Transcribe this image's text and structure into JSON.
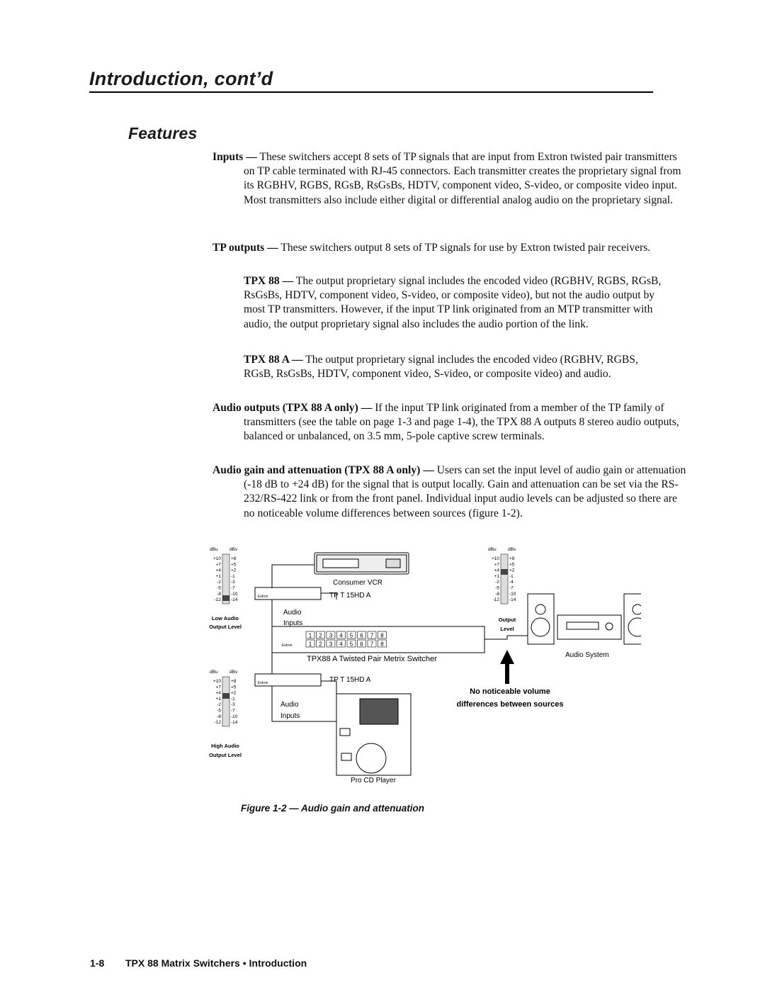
{
  "header": {
    "title": "Introduction, cont’d"
  },
  "section": {
    "title": "Features"
  },
  "paragraphs": {
    "inputs": {
      "lead": "Inputs —",
      "text": " These switchers accept 8 sets of TP signals that are input from Extron twisted pair transmitters on TP cable terminated with RJ-45 connectors. Each transmitter creates the proprietary signal from its RGBHV, RGBS, RGsB, RsGsBs, HDTV, component video, S-video, or composite video input. Most transmitters also include either digital or differential analog audio on the proprietary signal."
    },
    "tp_outputs": {
      "lead": "TP outputs —",
      "text": " These switchers output 8 sets of TP signals for use by Extron twisted pair receivers."
    },
    "tpx88": {
      "lead": "TPX 88 —",
      "text": " The output proprietary signal includes the encoded video (RGBHV, RGBS, RGsB, RsGsBs, HDTV, component video, S-video, or composite video), but not the audio output by most TP transmitters. However, if the input TP link originated from an MTP transmitter with audio, the output proprietary signal also includes the audio portion of the link."
    },
    "tpx88a": {
      "lead": "TPX 88 A —",
      "text": " The output proprietary signal includes the encoded video (RGBHV, RGBS, RGsB, RsGsBs, HDTV, component video, S-video, or composite video) and audio."
    },
    "audio_outputs": {
      "lead": "Audio outputs (TPX 88 A only) —",
      "text": " If the input TP link originated from a member of the TP family of transmitters (see the table on page 1-3 and page 1-4), the TPX 88 A outputs 8 stereo audio outputs, balanced or unbalanced, on 3.5 mm, 5-pole captive screw terminals."
    },
    "audio_gain": {
      "lead": "Audio gain and attenuation (TPX 88 A only) —",
      "text": " Users can set the input level of audio gain or attenuation (-18 dB to +24 dB) for the signal that is output locally. Gain and attenuation can be set via the RS-232/RS-422 link or from the front panel. Individual input audio levels can be adjusted so there are no noticeable volume differences between sources (figure 1-2)."
    }
  },
  "figure": {
    "meter_header": [
      "dBu",
      "dBv"
    ],
    "meter_dbu": [
      "+10",
      "+7",
      "+4",
      "+1",
      "-2",
      "-5",
      "-8",
      "-12"
    ],
    "meter_dbv": [
      "+8",
      "+5",
      "+2",
      "-1",
      "-3",
      "-7",
      "-10",
      "-14"
    ],
    "out_meter_dbv": [
      "+8",
      "+5",
      "+2",
      "-1",
      "-4",
      "-7",
      "-10",
      "-14"
    ],
    "low_audio": [
      "Low Audio",
      "Output Level"
    ],
    "high_audio": [
      "High Audio",
      "Output Level"
    ],
    "output_level": [
      "Output",
      "Level"
    ],
    "consumer_vcr": "Consumer VCR",
    "tpt_top": "TP T 15HD A",
    "tpt_bottom": "TP T 15HD A",
    "audio_inputs_top": [
      "Audio",
      "Inputs"
    ],
    "audio_inputs_bottom": [
      "Audio",
      "Inputs"
    ],
    "switcher_label": "TPX88 A Twisted Pair Metrix Switcher",
    "audio_system": "Audio System",
    "no_difference": [
      "No noticeable volume",
      "differences between sources"
    ],
    "pro_cd": "Pro CD Player",
    "button_numbers": [
      "1",
      "2",
      "3",
      "4",
      "5",
      "6",
      "7",
      "8"
    ],
    "brand": "Extron"
  },
  "caption": {
    "prefix": "Figure 1-2 —",
    "text": " Audio gain and attenuation"
  },
  "footer": {
    "page": "1-8",
    "text": "TPX 88 Matrix Switchers • Introduction"
  }
}
